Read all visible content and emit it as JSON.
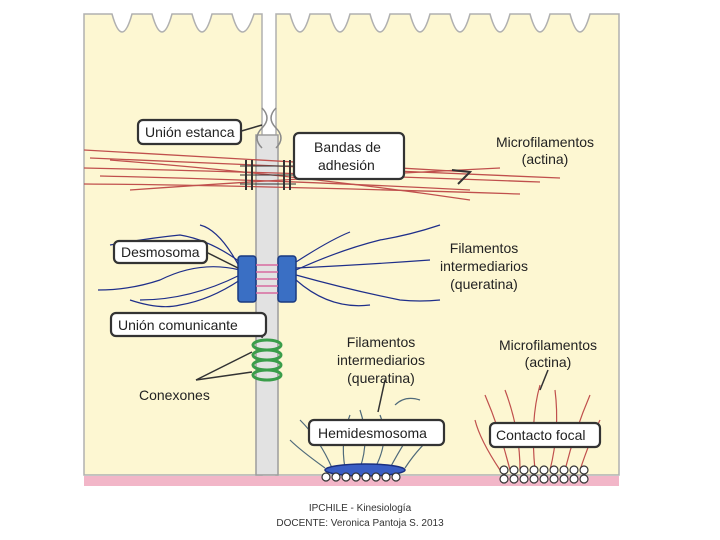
{
  "figure": {
    "labels": {
      "tight_junction": "Unión estanca",
      "adhesion_bands_1": "Bandas de",
      "adhesion_bands_2": "adhesión",
      "microfilaments_top_1": "Microfilamentos",
      "microfilaments_top_2": "(actina)",
      "desmosome": "Desmosoma",
      "intermediate_top_1": "Filamentos",
      "intermediate_top_2": "intermediarios",
      "intermediate_top_3": "(queratina)",
      "gap_junction": "Unión comunicante",
      "connexons": "Conexones",
      "intermediate_bottom_1": "Filamentos",
      "intermediate_bottom_2": "intermediarios",
      "intermediate_bottom_3": "(queratina)",
      "microfilaments_bottom_1": "Microfilamentos",
      "microfilaments_bottom_2": "(actina)",
      "hemidesmosome": "Hemidesmosoma",
      "focal_contact": "Contacto focal"
    },
    "colors": {
      "cell": "#fdf7d2",
      "actin": "#c0504d",
      "keratin": "#1f2f8a",
      "desmosome_plaque": "#3a6fc4",
      "connexon": "#3a9d4a",
      "membrane": "#a8a8a8",
      "basal_lamina": "#f2b6c8"
    }
  },
  "footer": {
    "line1": "IPCHILE  - Kinesiología",
    "line2": "DOCENTE:  Veronica Pantoja S. 2013"
  }
}
